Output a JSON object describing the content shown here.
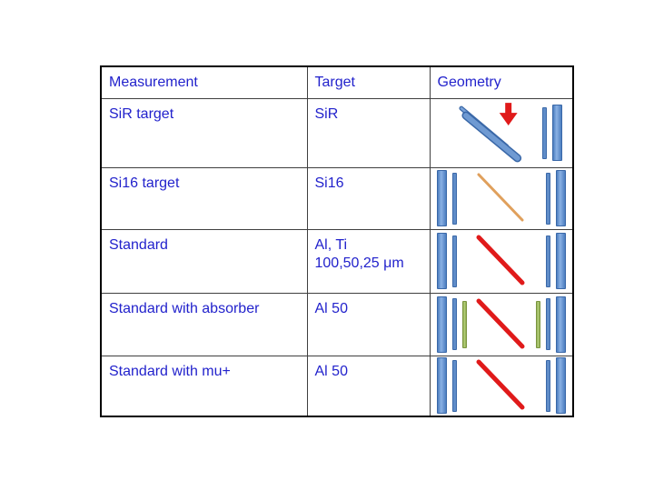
{
  "slide": {
    "background": "#ffffff"
  },
  "colors": {
    "text-blue": "#2222cc",
    "table-border": "#000000",
    "grid-line": "#3f3f3f",
    "bar-blue-border": "#3a68a8",
    "bar-blue": "#4c7ec0",
    "bar-green": "#9bbb59",
    "bar-green-border": "#7a9440",
    "line-red": "#e01a1a",
    "line-tan": "#e0a05c"
  },
  "table": {
    "columns": [
      "Measurement",
      "Target",
      "Geometry"
    ],
    "rows": [
      {
        "measurement": "SiR target",
        "target": "SiR",
        "geometry": {
          "left": "tilted-bar-pair-with-red-down-arrow",
          "right_bars": [
            "bar-blue-thin",
            "bar-blue-thick"
          ]
        }
      },
      {
        "measurement": "Si16 target",
        "target": "Si16",
        "geometry": {
          "left_bars": [
            "bar-blue-thick",
            "bar-blue-thin"
          ],
          "line": "tan-diagonal-line",
          "right_bars": [
            "bar-blue-thin",
            "bar-blue-thick"
          ]
        }
      },
      {
        "measurement": "Standard",
        "target": "Al, Ti",
        "target_line2": "100,50,25 μm",
        "geometry": {
          "left_bars": [
            "bar-blue-thick",
            "bar-blue-thin"
          ],
          "line": "red-diagonal-line",
          "right_bars": [
            "bar-blue-thin",
            "bar-blue-thick"
          ]
        }
      },
      {
        "measurement": "Standard with absorber",
        "target": "Al 50",
        "geometry": {
          "left_bars": [
            "bar-blue-thick",
            "bar-blue-thin",
            "bar-green"
          ],
          "line": "red-diagonal-line",
          "right_bars": [
            "bar-green",
            "bar-blue-thin",
            "bar-blue-thick"
          ]
        }
      },
      {
        "measurement": "Standard with mu+",
        "target": "Al 50",
        "geometry": {
          "left_bars": [
            "bar-blue-thick",
            "bar-blue-thin"
          ],
          "line": "red-diagonal-line",
          "right_bars": [
            "bar-blue-thin",
            "bar-blue-thick"
          ]
        }
      }
    ]
  }
}
